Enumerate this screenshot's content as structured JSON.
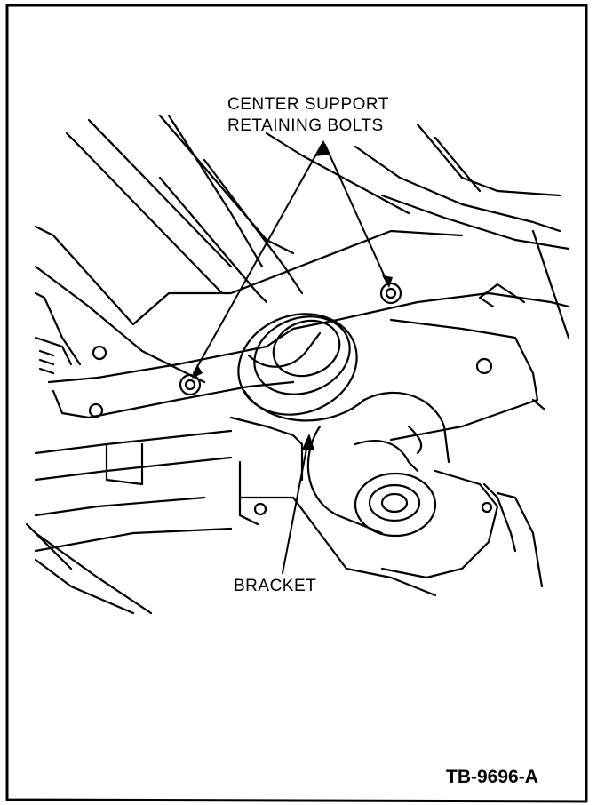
{
  "callouts": {
    "center_support_line1": "CENTER SUPPORT",
    "center_support_line2": "RETAINING BOLTS",
    "bracket": "BRACKET"
  },
  "figure_id": "TB-9696-A"
}
